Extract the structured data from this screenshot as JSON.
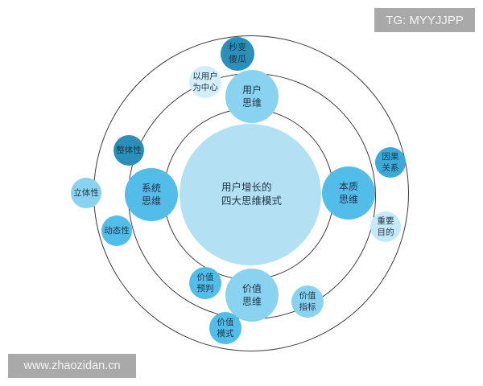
{
  "watermarks": {
    "top_right": "TG: MYYJJPP",
    "bottom_left": "www.zhaozidan.cn"
  },
  "colors": {
    "center": "#b3e1f3",
    "primary": "#52bde9",
    "primary_light": "#8ad3f0",
    "dark": "#2b8fb9",
    "pale": "#d3eef9",
    "ring": "#3a3a3a"
  },
  "diagram": {
    "center": {
      "label": "用户增长的\n四大思维模式"
    },
    "modes": [
      {
        "id": "user",
        "label": "用户\n思维"
      },
      {
        "id": "system",
        "label": "系统\n思维"
      },
      {
        "id": "essence",
        "label": "本质\n思维"
      },
      {
        "id": "value",
        "label": "价值\n思维"
      }
    ],
    "attributes": [
      {
        "id": "instant-fool",
        "label": "秒变\n傻瓜",
        "parent": "用户思维"
      },
      {
        "id": "user-centric",
        "label": "以用户\n为中心",
        "parent": "用户思维"
      },
      {
        "id": "holistic",
        "label": "整体性",
        "parent": "系统思维"
      },
      {
        "id": "dimensional",
        "label": "立体性",
        "parent": "系统思维"
      },
      {
        "id": "dynamic",
        "label": "动态性",
        "parent": "系统思维"
      },
      {
        "id": "causality",
        "label": "因果\n关系",
        "parent": "本质思维"
      },
      {
        "id": "key-purpose",
        "label": "重要\n目的",
        "parent": "本质思维"
      },
      {
        "id": "value-forecast",
        "label": "价值\n预判",
        "parent": "价值思维"
      },
      {
        "id": "value-metric",
        "label": "价值\n指标",
        "parent": "价值思维"
      },
      {
        "id": "value-model",
        "label": "价值\n模式",
        "parent": "价值思维"
      }
    ]
  }
}
